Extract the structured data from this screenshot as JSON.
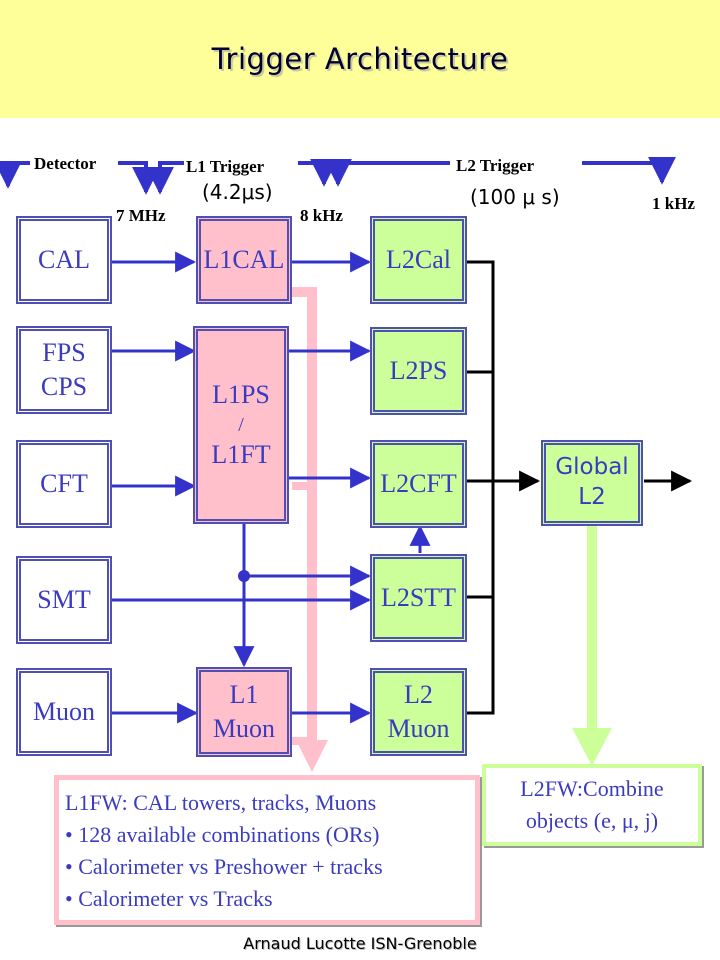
{
  "title": "Trigger  Architecture",
  "stages": {
    "detector": "Detector",
    "l1": "L1 Trigger",
    "l1_time": "(4.2μs)",
    "l2": "L2 Trigger",
    "l2_time": "(100 μ s)"
  },
  "rates": {
    "r7": "7 MHz",
    "r8": "8 kHz",
    "r1": "1 kHz"
  },
  "detector_boxes": {
    "cal": "CAL",
    "fps": "FPS",
    "cps": "CPS",
    "cft": "CFT",
    "smt": "SMT",
    "muon": "Muon"
  },
  "l1_boxes": {
    "l1cal": "L1CAL",
    "l1ps_a": "L1PS",
    "l1ps_b": "/",
    "l1ps_c": "L1FT",
    "l1muon_a": "L1",
    "l1muon_b": "Muon"
  },
  "l2_boxes": {
    "l2cal": "L2Cal",
    "l2ps": "L2PS",
    "l2cft": "L2CFT",
    "l2stt": "L2STT",
    "l2muon_a": "L2",
    "l2muon_b": "Muon"
  },
  "global": {
    "a": "Global",
    "b": "L2"
  },
  "l1fw": {
    "heading": "L1FW: CAL towers, tracks, Muons",
    "bullets": [
      "• 128 available combinations (ORs)",
      "• Calorimeter vs Preshower + tracks",
      "• Calorimeter vs Tracks"
    ]
  },
  "l2fw": {
    "line1": "L2FW:Combine",
    "line2": "objects  (e, μ, j)"
  },
  "footer": "Arnaud Lucotte  ISN-Grenoble",
  "colors": {
    "title_band": "#ffff99",
    "box_border": "#4f4fb4",
    "text_blue": "#3b3bc0",
    "l1_fill": "#ffc0cb",
    "l2_fill": "#ccff99",
    "arrow_blue": "#3333cc",
    "pink_path": "#ffc0cb",
    "green_path": "#ccff99"
  }
}
